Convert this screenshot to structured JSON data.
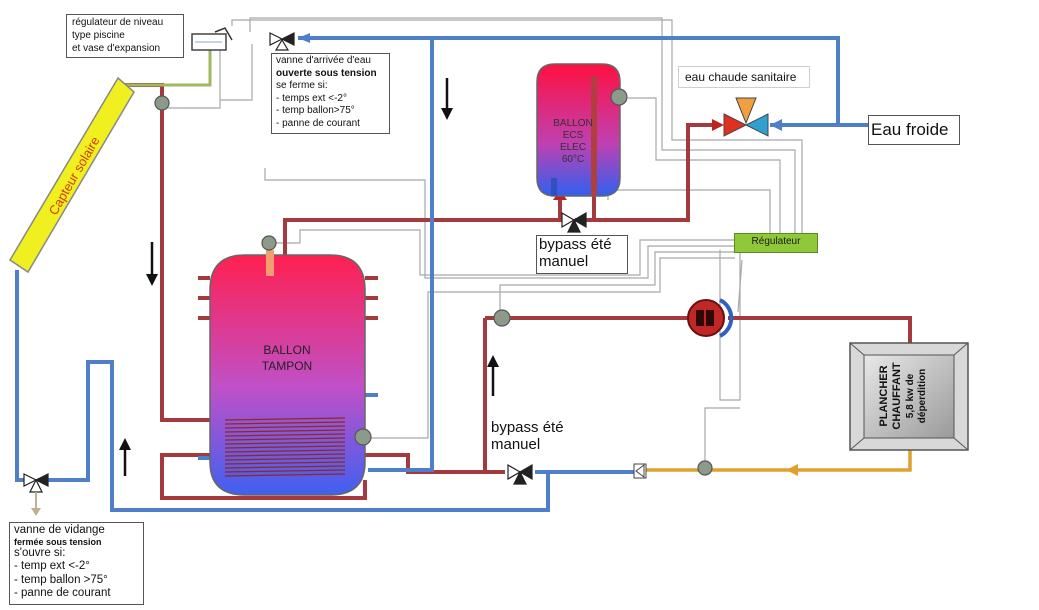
{
  "notes": {
    "regulateur_niveau": [
      "régulateur de niveau",
      "type piscine",
      "et vase d'expansion"
    ],
    "vanne_arrivee": [
      "vanne d'arrivée d'eau",
      "ouverte sous tension",
      "se ferme si:",
      "- temps ext <-2°",
      "- temp ballon>75°",
      "- panne de courant"
    ],
    "vanne_vidange": [
      "vanne de vidange",
      "fermée sous tension",
      "s'ouvre si:",
      "- temp ext <-2°",
      "- temp ballon >75°",
      "- panne de courant"
    ]
  },
  "labels": {
    "eau_chaude_sanitaire": "eau chaude sanitaire",
    "eau_froide": "Eau froide",
    "regulateur": "Régulateur",
    "bypass_top": [
      "bypass été",
      "manuel"
    ],
    "bypass_bottom": [
      "bypass été",
      "manuel"
    ],
    "capteur": "Capteur solaire",
    "ballon_tampon": [
      "BALLON",
      "TAMPON"
    ],
    "ballon_ecs": [
      "BALLON",
      "ECS",
      "ELEC",
      "60°C"
    ],
    "plancher": [
      "PLANCHER",
      "CHAUFFANT",
      "5,8 kw de",
      "déperdition"
    ]
  },
  "colors": {
    "hot_pipe": "#a53a3e",
    "cold_pipe": "#4f7fc8",
    "return_pipe": "#e0a030",
    "control_wire": "#a0a0a0",
    "regulator": "#8fc93a",
    "collector": "#f0f020"
  }
}
